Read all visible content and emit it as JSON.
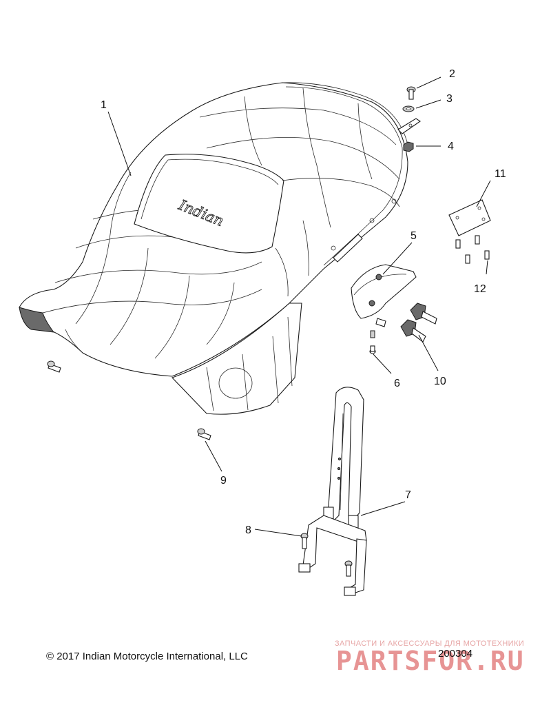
{
  "seat_emblem": "Indian",
  "callouts": {
    "c1": "1",
    "c2": "2",
    "c3": "3",
    "c4": "4",
    "c5": "5",
    "c6": "6",
    "c7": "7",
    "c8": "8",
    "c9": "9",
    "c10": "10",
    "c11": "11",
    "c12": "12"
  },
  "footer": {
    "copyright": "© 2017 Indian Motorcycle International, LLC",
    "drawing_number": "200304"
  },
  "watermark": {
    "tagline": "ЗАПЧАСТИ И АКСЕССУАРЫ ДЛЯ МОТОТЕХНИКИ",
    "logo": "PARTSFOR.RU"
  }
}
